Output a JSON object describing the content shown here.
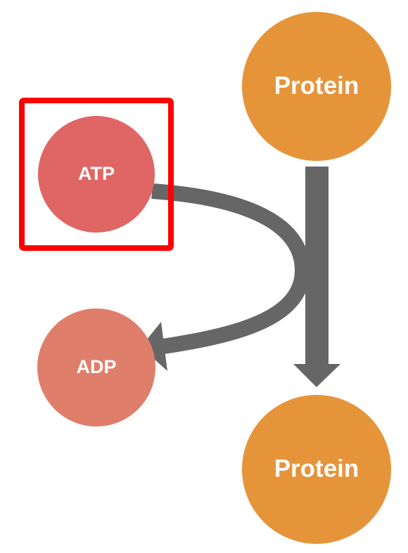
{
  "diagram": {
    "nodes": {
      "protein_top": {
        "label": "Protein",
        "color": "#E6943A"
      },
      "atp": {
        "label": "ATP",
        "color": "#E06666"
      },
      "adp": {
        "label": "ADP",
        "color": "#DF7E6B"
      },
      "protein_bottom": {
        "label": "Protein",
        "color": "#E6943A"
      }
    },
    "arrow_color": "#666666",
    "highlight_color": "#FF0000"
  }
}
